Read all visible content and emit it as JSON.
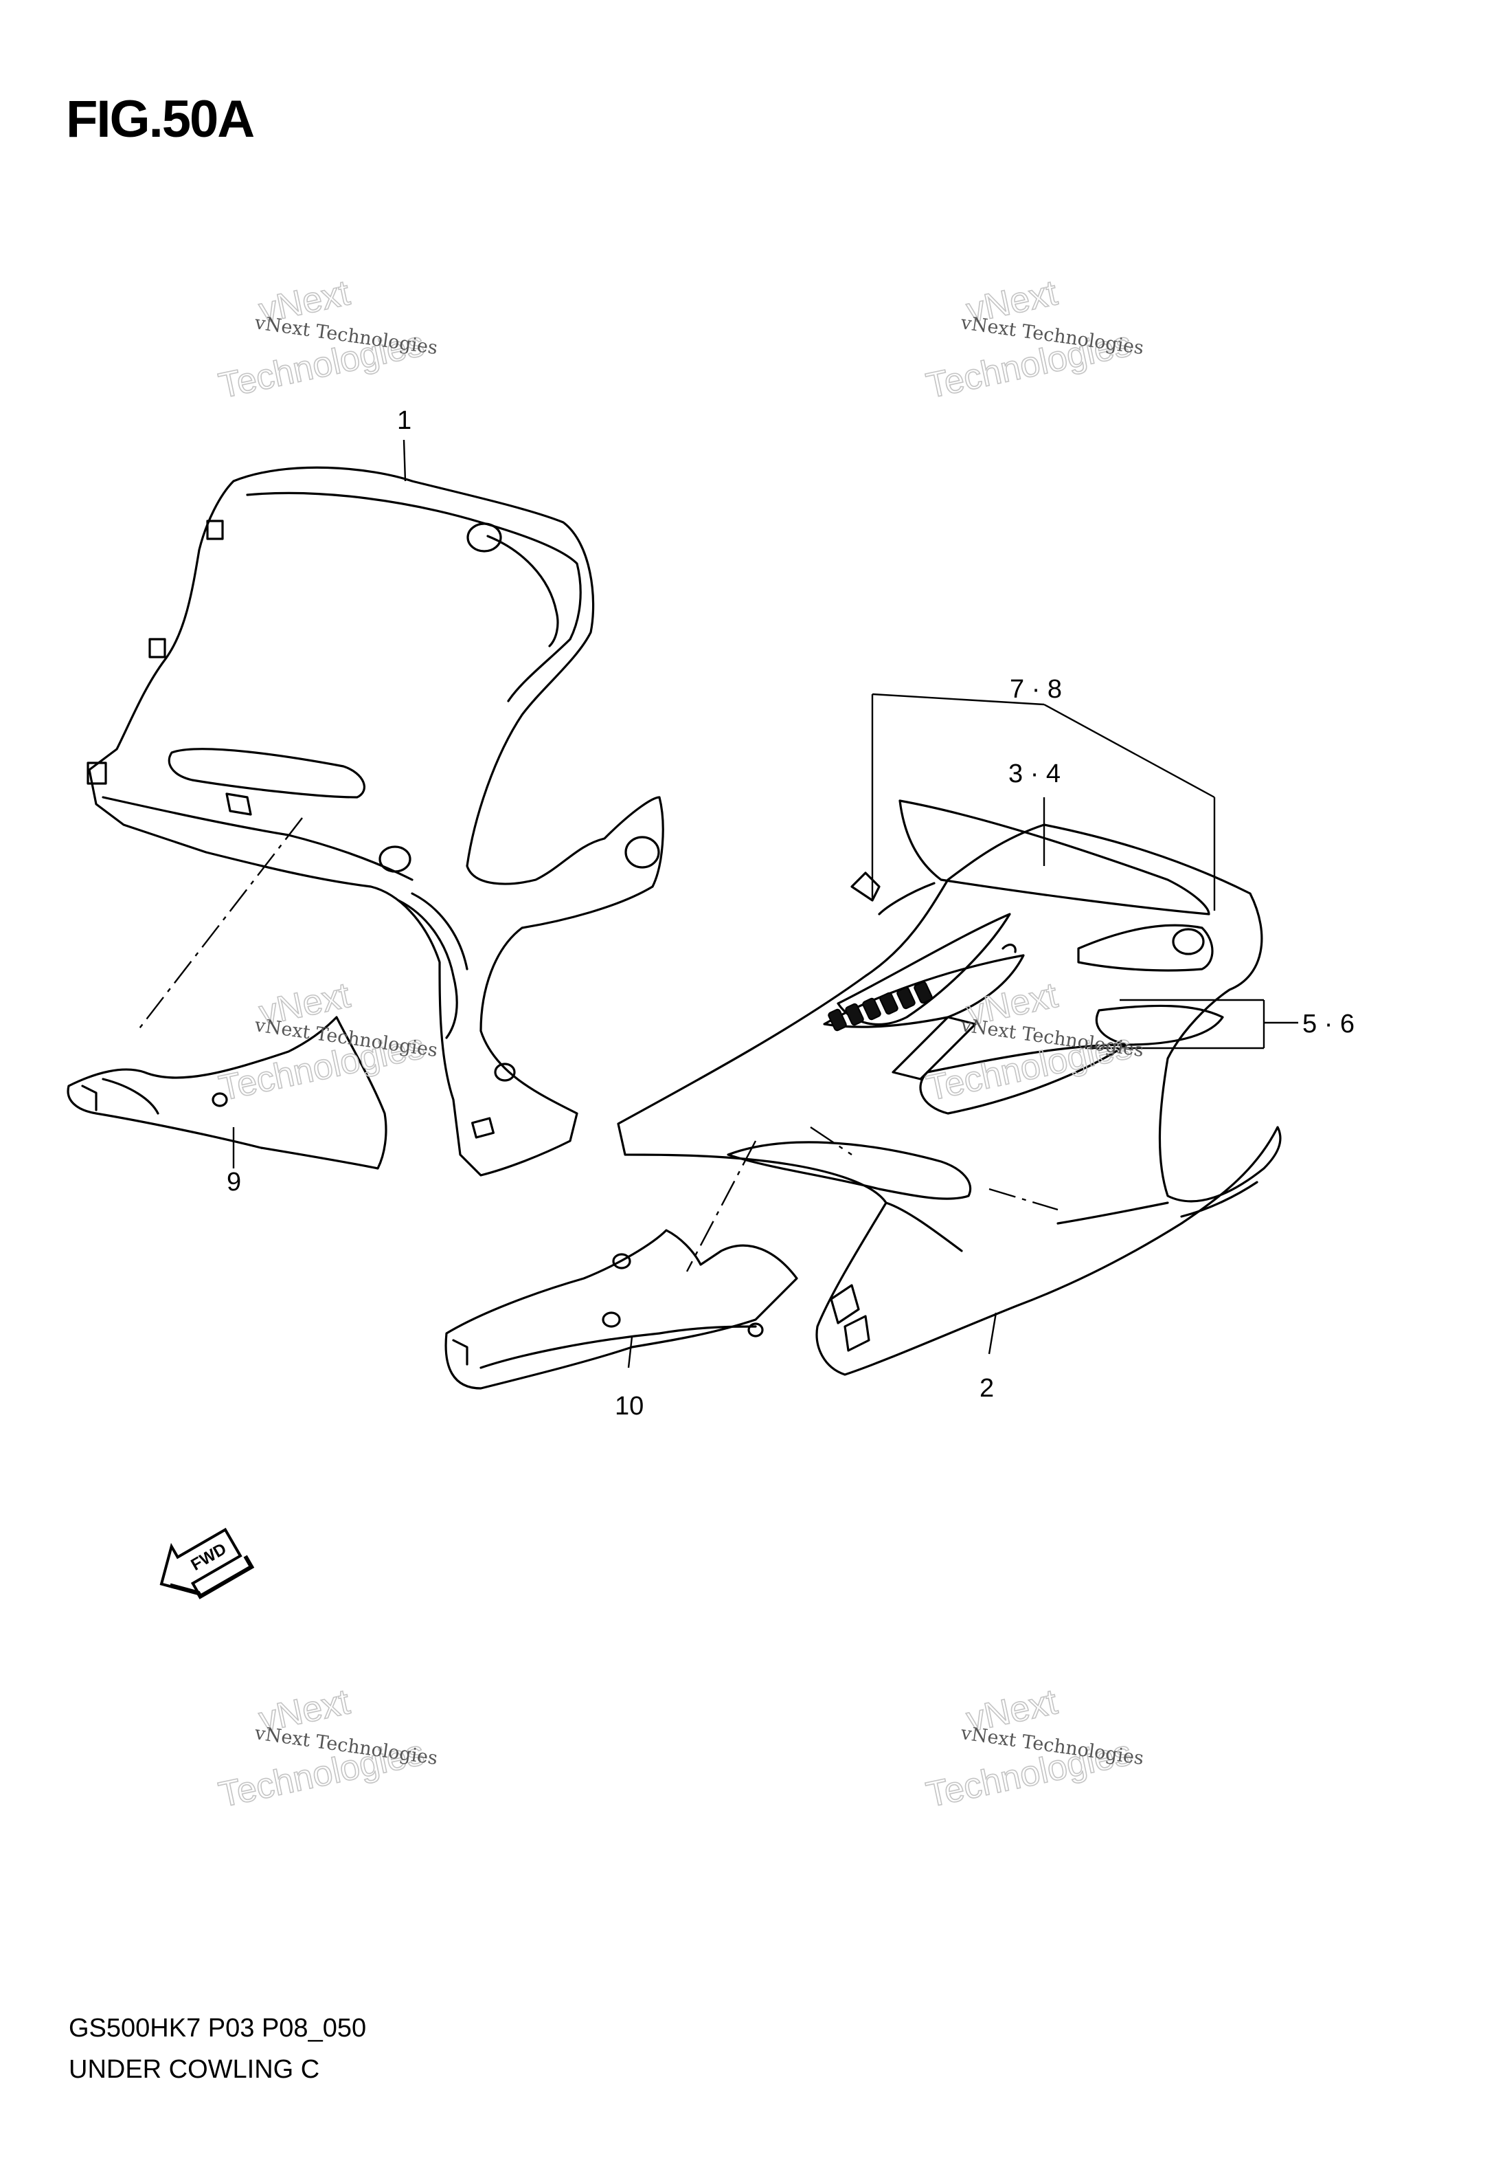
{
  "figure": {
    "title": "FIG.50A"
  },
  "footer": {
    "model_code": "GS500HK7 P03 P08_050",
    "section_name": "UNDER COWLING C"
  },
  "watermark": {
    "line_small": "vNext Technologies",
    "line_big_1": "vNext",
    "line_big_2": "Technologies"
  },
  "callouts": {
    "part_1": "1",
    "part_2": "2",
    "part_3_4": "3 · 4",
    "part_5_6": "5 · 6",
    "part_7_8": "7 · 8",
    "part_9": "9",
    "part_10": "10"
  },
  "fwd_arrow": {
    "label": "FWD"
  },
  "icons": {
    "forward": "fwd-arrow-icon"
  }
}
